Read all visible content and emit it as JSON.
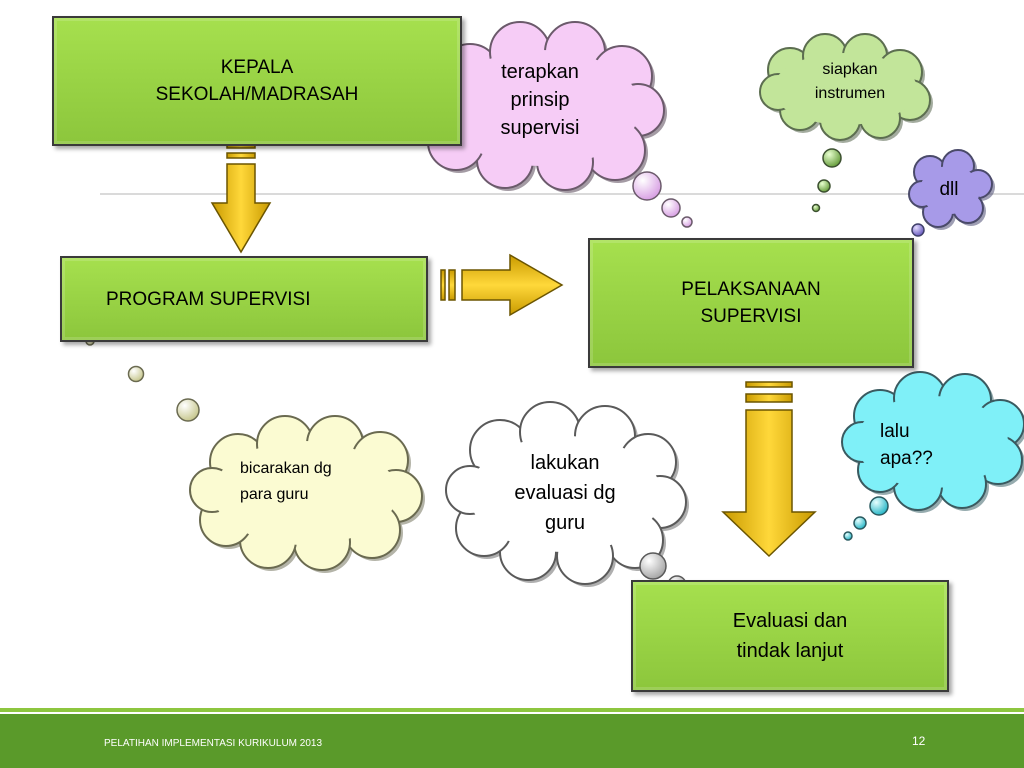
{
  "boxes": {
    "kepala": "KEPALA\nSEKOLAH/MADRASAH",
    "program": "PROGRAM SUPERVISI",
    "pelaksanaan": "PELAKSANAAN\nSUPERVISI",
    "evaluasi": "Evaluasi dan\ntindak lanjut"
  },
  "clouds": {
    "terapkan": "terapkan\nprinsip\nsupervisi",
    "siapkan": "siapkan\ninstrumen",
    "dll": "dll",
    "lalu": "lalu\napa??",
    "bicarakan": "bicarakan dg\npara guru",
    "lakukan": "lakukan\nevaluasi dg\nguru"
  },
  "colors": {
    "box_fill": "#9bd748",
    "arrow_fill": "#f2c200",
    "cloud_pink": "#f6ccf6",
    "cloud_green": "#c2e59a",
    "cloud_purple": "#a79ae8",
    "cloud_cyan": "#7ff0f8",
    "cloud_cream": "#fbfbd2",
    "cloud_white": "#ffffff",
    "footer": "#5a9a2a"
  },
  "footer": {
    "title": "PELATIHAN IMPLEMENTASI KURIKULUM 2013",
    "page": "12"
  }
}
